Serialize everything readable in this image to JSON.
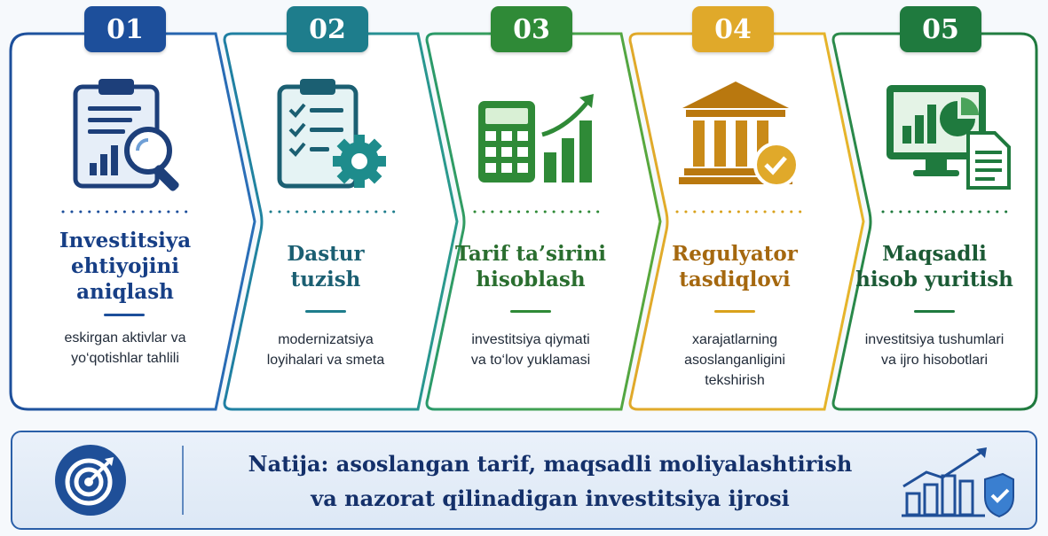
{
  "steps": [
    {
      "number": "01",
      "title": [
        "Investitsiya",
        "ehtiyojini",
        "aniqlash"
      ],
      "description": [
        "eskirgan aktivlar va",
        "yo‘qotishlar tahlili"
      ],
      "color": "#1d4f9b",
      "icon": "clipboard-magnifier-icon"
    },
    {
      "number": "02",
      "title": [
        "Dastur",
        "tuzish"
      ],
      "description": [
        "modernizatsiya",
        "loyihalari va smeta"
      ],
      "color": "#1e7d8c",
      "icon": "checklist-gear-icon"
    },
    {
      "number": "03",
      "title": [
        "Tarif ta’sirini",
        "hisoblash"
      ],
      "description": [
        "investitsiya qiymati",
        "va to‘lov yuklamasi"
      ],
      "color": "#2f8a37",
      "icon": "calculator-growth-chart-icon"
    },
    {
      "number": "04",
      "title": [
        "Regulyator",
        "tasdiqlovi"
      ],
      "description": [
        "xarajatlarning",
        "asoslanganligini",
        "tekshirish"
      ],
      "color": "#d9a21c",
      "title_color": "#a5680f",
      "icon": "bank-checkmark-icon"
    },
    {
      "number": "05",
      "title": [
        "Maqsadli",
        "hisob yuritish"
      ],
      "description": [
        "investitsiya tushumlari",
        "va ijro hisobotlari"
      ],
      "color": "#1f7a3e",
      "icon": "monitor-report-icon"
    }
  ],
  "result": {
    "line1": "Natija:  asoslangan tarif, maqsadli moliyalashtirish",
    "line2": "va nazorat qilinadigan investitsiya ijrosi",
    "left_icon": "target-arrow-icon",
    "right_icon": "growth-chart-shield-icon",
    "color": "#2a5fa8"
  }
}
